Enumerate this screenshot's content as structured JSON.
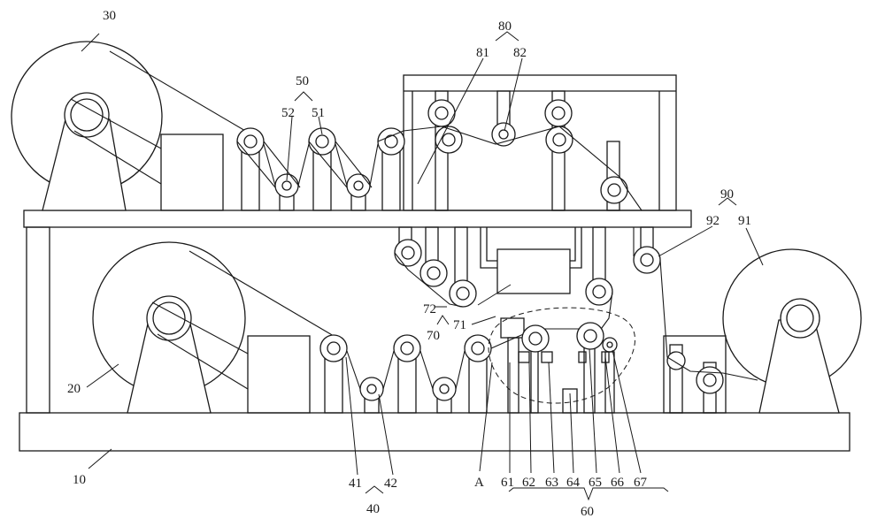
{
  "labels": {
    "l10": "10",
    "l20": "20",
    "l30": "30",
    "l40": "40",
    "l41": "41",
    "l42": "42",
    "l50": "50",
    "l51": "51",
    "l52": "52",
    "l60": "60",
    "l61": "61",
    "l62": "62",
    "l63": "63",
    "l64": "64",
    "l65": "65",
    "l66": "66",
    "l67": "67",
    "l70": "70",
    "l71": "71",
    "l72": "72",
    "l80": "80",
    "l81": "81",
    "l82": "82",
    "l90": "90",
    "l91": "91",
    "l92": "92",
    "lA": "A"
  }
}
